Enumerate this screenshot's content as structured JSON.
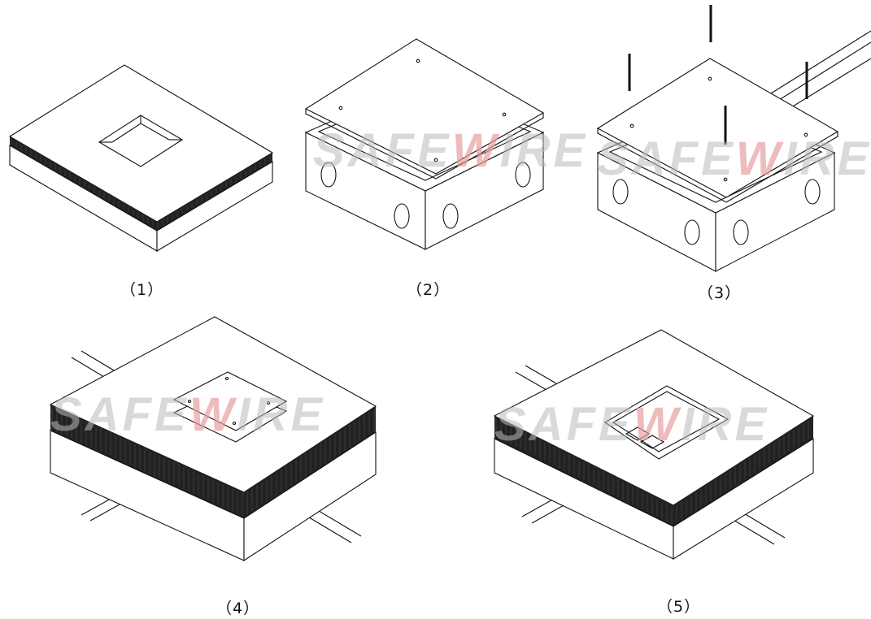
{
  "watermark": {
    "before": "SAFE",
    "accent": "W",
    "after": "IRE",
    "accent_color": "#e7a0a0",
    "base_color": "#b9b9b9"
  },
  "steps": [
    {
      "label": "（1）"
    },
    {
      "label": "（2）"
    },
    {
      "label": "（3）"
    },
    {
      "label": "（4）"
    },
    {
      "label": "（5）"
    }
  ]
}
